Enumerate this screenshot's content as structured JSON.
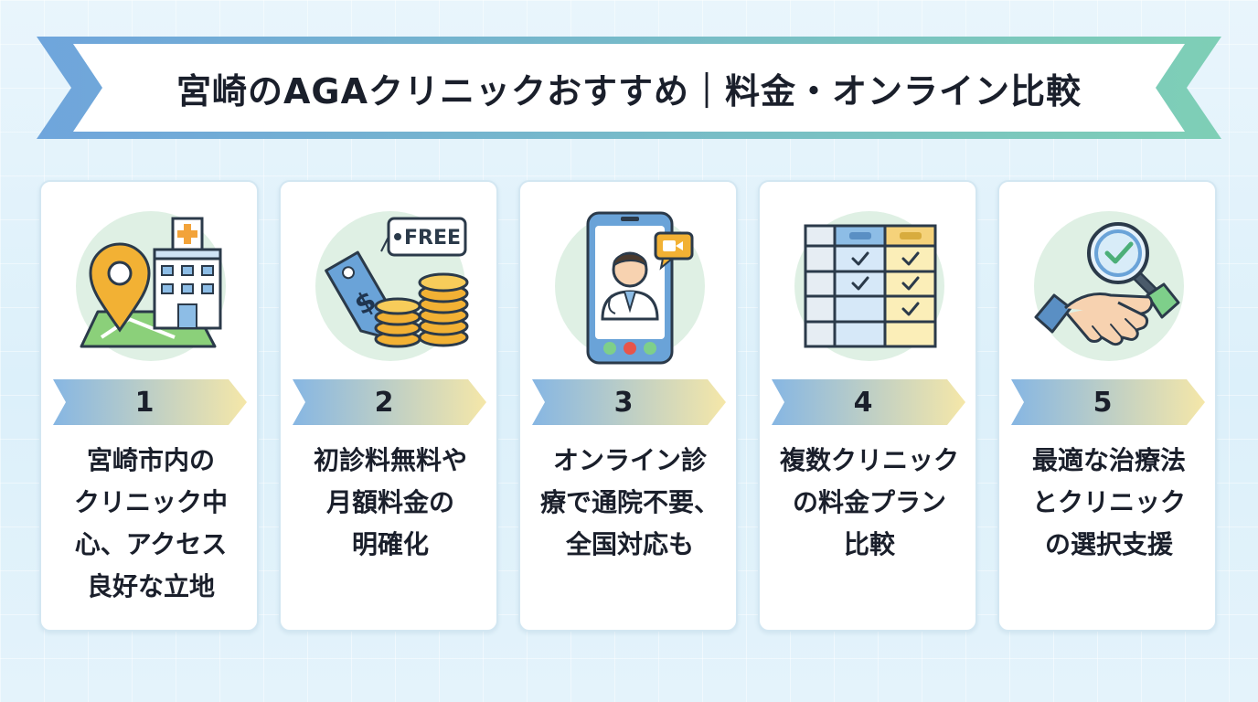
{
  "title": "宮崎のAGAクリニックおすすめ｜料金・オンライン比較",
  "colors": {
    "ribbon_start": "#6fa5dc",
    "ribbon_end": "#7ecfb6",
    "arrow_start": "#86b6e3",
    "arrow_end": "#f5e7a8",
    "icon_circle": "#dff0e4"
  },
  "cards": [
    {
      "number": "1",
      "icon": "map-pin-hospital-icon",
      "lines": [
        "宮崎市内の",
        "クリニック中",
        "心、アクセス",
        "良好な立地"
      ]
    },
    {
      "number": "2",
      "icon": "free-price-tag-coins-icon",
      "tag_label": "FREE",
      "lines": [
        "初診料無料や",
        "月額料金の",
        "明確化"
      ]
    },
    {
      "number": "3",
      "icon": "smartphone-doctor-video-icon",
      "lines": [
        "オンライン診",
        "療で通院不要、",
        "全国対応も"
      ]
    },
    {
      "number": "4",
      "icon": "comparison-table-check-icon",
      "lines": [
        "複数クリニック",
        "の料金プラン",
        "比較"
      ]
    },
    {
      "number": "5",
      "icon": "magnifier-handshake-icon",
      "lines": [
        "最適な治療法",
        "とクリニック",
        "の選択支援"
      ]
    }
  ]
}
